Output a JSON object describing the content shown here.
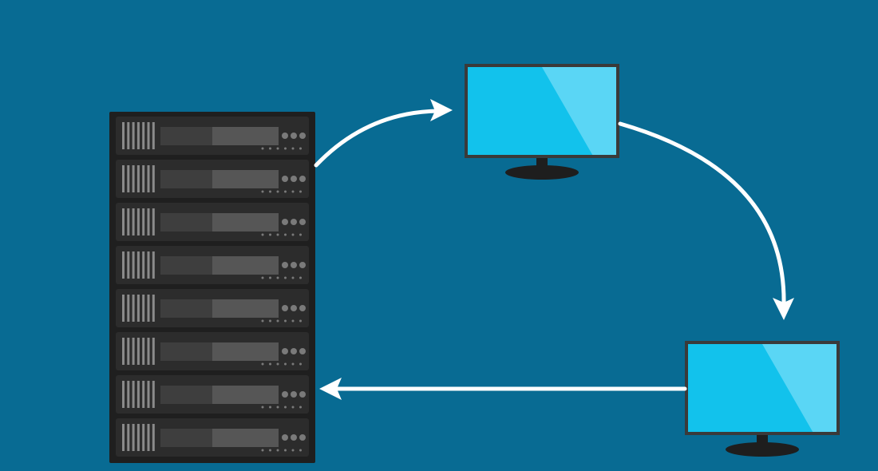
{
  "colors": {
    "background": "#086b93",
    "server_body": "#1f1f1f",
    "server_unit": "#2c2c2c",
    "server_vent": "#8a8a8a",
    "server_drive_dark": "#3e3e3e",
    "server_drive_light": "#565656",
    "server_led": "#7a7a7a",
    "monitor_frame": "#3a3a3a",
    "monitor_screen": "#12c2ec",
    "monitor_glare": "#5ad6f5",
    "monitor_stand": "#1e1e1e",
    "arrow": "#ffffff"
  },
  "diagram": {
    "server": {
      "icon": "server-rack-icon",
      "unit_count": 8
    },
    "monitors": [
      {
        "icon": "monitor-icon"
      },
      {
        "icon": "monitor-icon"
      }
    ],
    "arrows": [
      {
        "from": "server",
        "to": "monitor-1",
        "shape": "curve"
      },
      {
        "from": "monitor-1",
        "to": "monitor-2",
        "shape": "curve"
      },
      {
        "from": "monitor-2",
        "to": "server",
        "shape": "straight"
      }
    ]
  }
}
